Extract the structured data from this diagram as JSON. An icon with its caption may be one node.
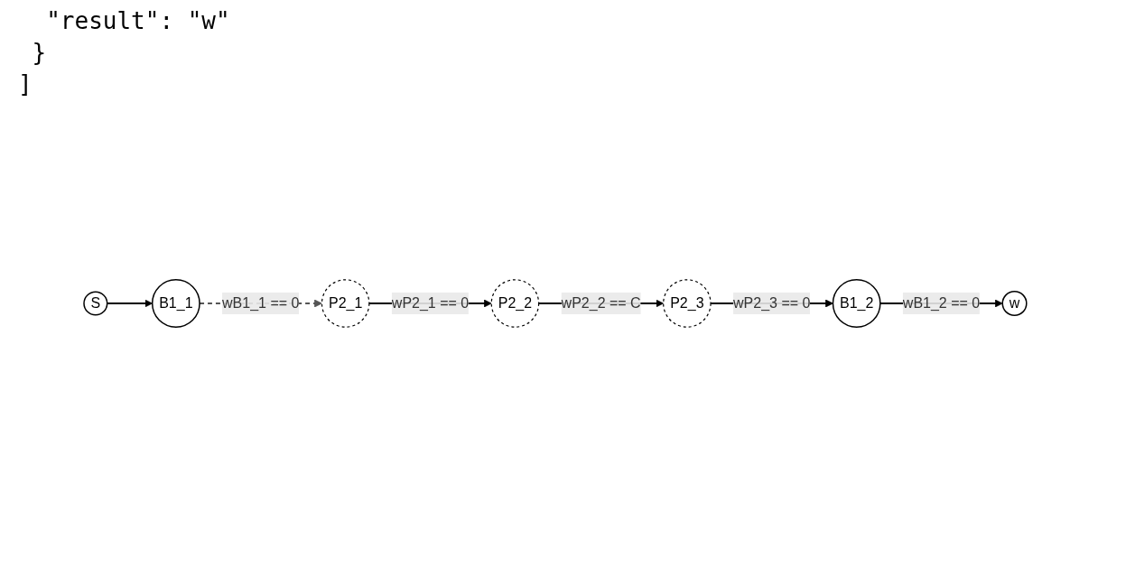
{
  "diagram": {
    "nodes": [
      {
        "text": [
          "S"
        ]
      },
      {
        "text": [
          "B1_1"
        ]
      },
      {
        "text": [
          "B1_2"
        ]
      },
      {
        "text": [
          "w"
        ]
      },
      {
        "text": [
          "P2_1"
        ]
      },
      {
        "text": [
          "P2_2"
        ]
      },
      {
        "text": [
          "P2_3"
        ]
      }
    ],
    "edges": [
      {
        "from": 0,
        "to": 1,
        "arrow": "to"
      },
      {
        "from": 1,
        "to": 4,
        "arrow": "to",
        "label": "wB1_1 == 0",
        "style": "dashed",
        "color": "#555555"
      },
      {
        "from": 4,
        "to": 5,
        "arrow": "to",
        "label": "wP2_1 == 0"
      },
      {
        "from": 5,
        "to": 6,
        "arrow": "to",
        "label": "wP2_2 == C"
      },
      {
        "from": 6,
        "to": 2,
        "arrow": "to",
        "label": "wP2_3 == 0"
      },
      {
        "from": 2,
        "to": 3,
        "arrow": "to",
        "label": "wB1_2 == 0"
      }
    ],
    "labels": [
      "\"result\": \"w\"",
      "}",
      "]"
    ]
  }
}
